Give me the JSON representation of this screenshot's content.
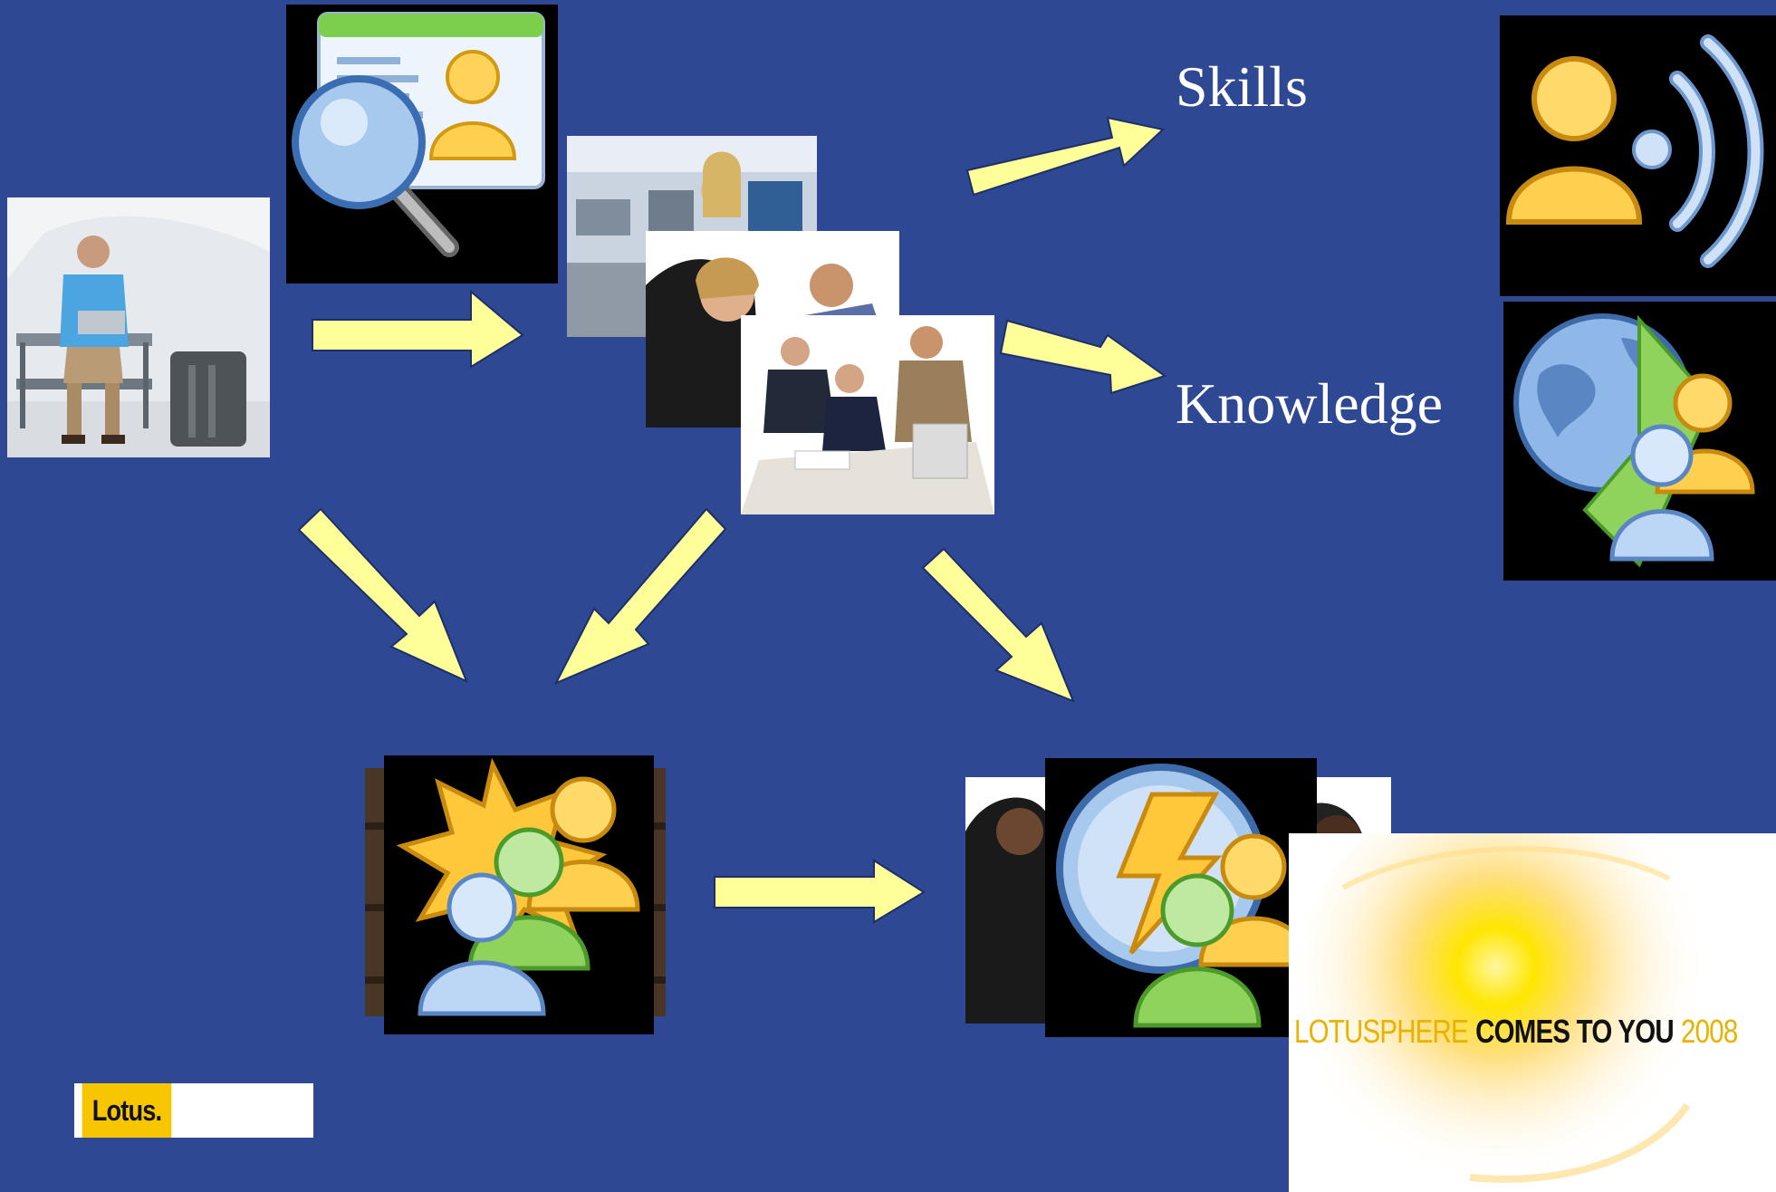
{
  "slide": {
    "background": "#2E4893",
    "arrow_color": "#FFFF99"
  },
  "labels": {
    "skills": "Skills",
    "knowledge": "Knowledge"
  },
  "logos": {
    "lotus": "Lotus.",
    "banner_lotusphere": "LOTUSPHERE",
    "banner_comes": "COMES TO YOU",
    "banner_year": "2008"
  },
  "icons": [
    "profile-search-icon",
    "user-broadcast-icon",
    "globe-users-icon",
    "community-users-icon",
    "instant-users-icon"
  ]
}
